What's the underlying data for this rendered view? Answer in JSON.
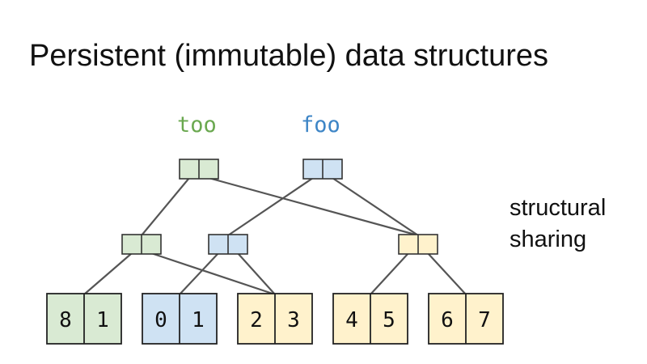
{
  "title": "Persistent (immutable) data structures",
  "roots": {
    "too": {
      "label": "too",
      "text_color": "#6aa84f",
      "fill": "#d9ead3"
    },
    "foo": {
      "label": "foo",
      "text_color": "#3d85c6",
      "fill": "#cfe2f3"
    }
  },
  "side_note": {
    "line1": "structural",
    "line2": "sharing"
  },
  "node_fills": {
    "green": "#d9ead3",
    "blue": "#cfe2f3",
    "yellow": "#fff2cc"
  },
  "leaves": [
    {
      "id": "leaf-8-1",
      "values": [
        "8",
        "1"
      ],
      "color": "green"
    },
    {
      "id": "leaf-0-1",
      "values": [
        "0",
        "1"
      ],
      "color": "blue"
    },
    {
      "id": "leaf-2-3",
      "values": [
        "2",
        "3"
      ],
      "color": "yellow"
    },
    {
      "id": "leaf-4-5",
      "values": [
        "4",
        "5"
      ],
      "color": "yellow"
    },
    {
      "id": "leaf-6-7",
      "values": [
        "6",
        "7"
      ],
      "color": "yellow"
    }
  ]
}
